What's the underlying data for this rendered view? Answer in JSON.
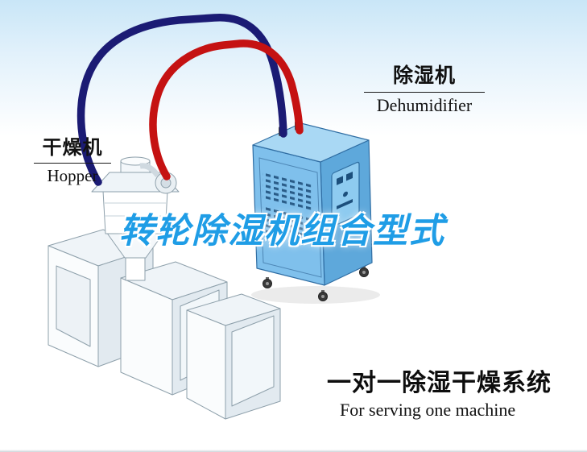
{
  "labels": {
    "hopper": {
      "cn": "干燥机",
      "en": "Hopper"
    },
    "dehumidifier": {
      "cn": "除湿机",
      "en": "Dehumidifier"
    },
    "watermark": "转轮除湿机组合型式",
    "caption": {
      "cn": "一对一除湿干燥系统",
      "en": "For serving one machine"
    }
  },
  "colors": {
    "background_top": "#c9e6f7",
    "watermark_text": "#1f9de6",
    "pipe_dark_blue": "#1b1b74",
    "pipe_red": "#c51212",
    "dehumidifier_front": "#7fc0ec",
    "dehumidifier_side": "#5ea8db",
    "dehumidifier_top": "#a9d8f4",
    "machine_outline": "#8ea0ab"
  }
}
